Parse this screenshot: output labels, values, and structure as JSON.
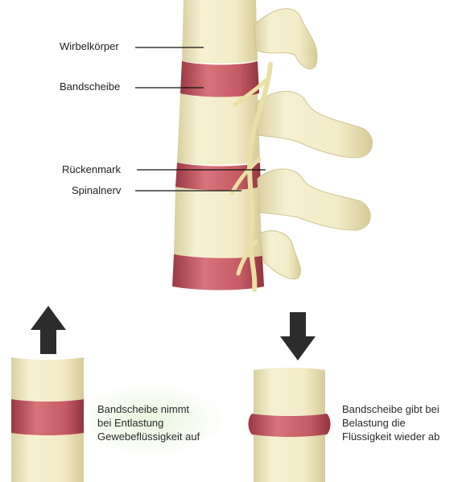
{
  "labels": {
    "vertebral_body": "Wirbelkörper",
    "disc": "Bandscheibe",
    "spinal_cord": "Rückenmark",
    "spinal_nerv": "Spinalnerv"
  },
  "captions": {
    "unload": [
      "Bandscheibe nimmt",
      "bei Entlastung",
      "Gewebeflüssigkeit auf"
    ],
    "load": [
      "Bandscheibe gibt bei",
      "Belastung die",
      "Flüssigkeit wieder ab"
    ]
  },
  "colors": {
    "bone": "#f3ecc8",
    "bone_shade": "#d9cfa0",
    "disc": "#c45a64",
    "disc_dark": "#9a3a44",
    "nerve": "#e9e0a6",
    "arrow": "#2c2c2c",
    "caption_glow": "#e6f3d8"
  },
  "arrows": {
    "unload": "arrow-up-icon",
    "load": "arrow-down-icon"
  }
}
